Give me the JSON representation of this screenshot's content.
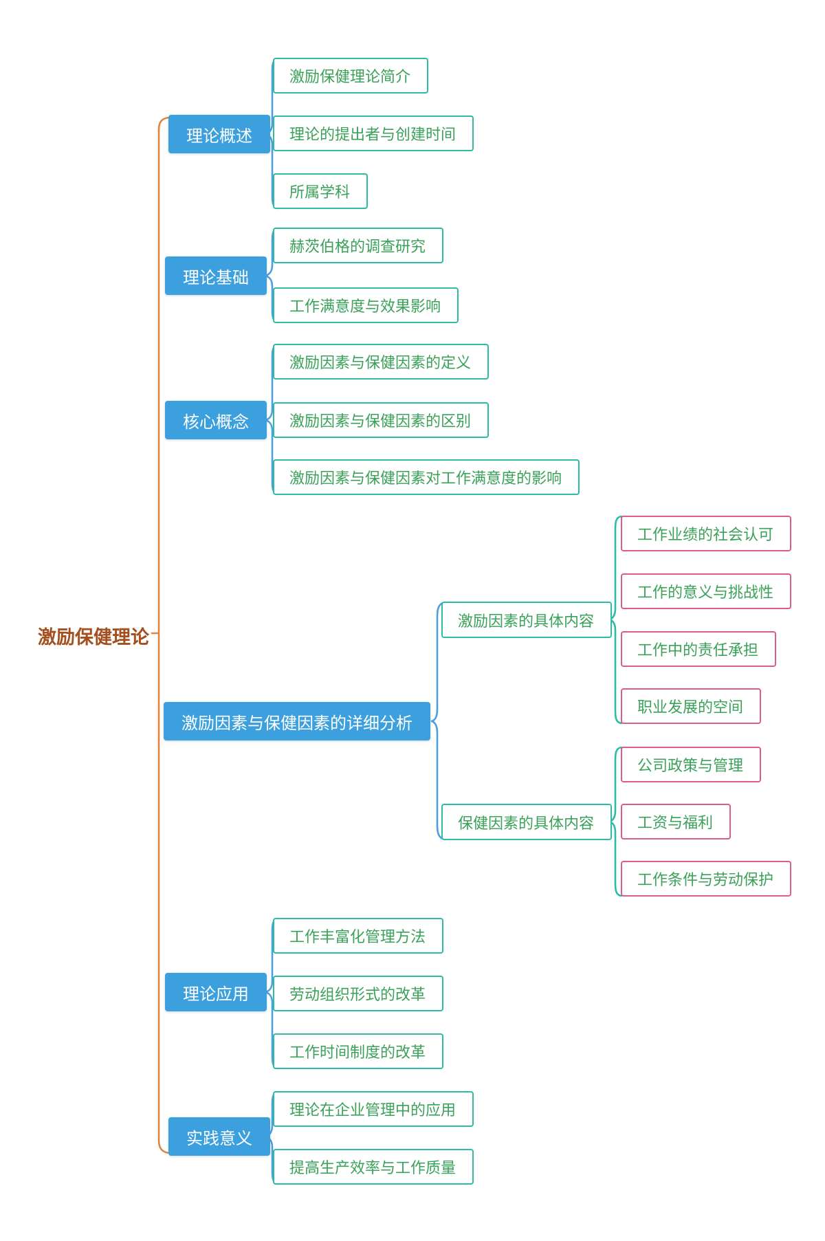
{
  "root": {
    "label": "激励保健理论"
  },
  "colors": {
    "trunk_orange": "#E08442",
    "root_text": "#A34F1E",
    "branch_blue_fill": "#3DA0DE",
    "branch_blue_text": "#FFFFFF",
    "branch_blue_line": "#4C9EE0",
    "teal_border_line": "#2CBCA4",
    "leaf_green_text": "#3AA158",
    "pink_border": "#DB5C88"
  },
  "branches": [
    {
      "label": "理论概述",
      "children": [
        {
          "label": "激励保健理论简介"
        },
        {
          "label": "理论的提出者与创建时间"
        },
        {
          "label": "所属学科"
        }
      ]
    },
    {
      "label": "理论基础",
      "children": [
        {
          "label": "赫茨伯格的调查研究"
        },
        {
          "label": "工作满意度与效果影响"
        }
      ]
    },
    {
      "label": "核心概念",
      "children": [
        {
          "label": "激励因素与保健因素的定义"
        },
        {
          "label": "激励因素与保健因素的区别"
        },
        {
          "label": "激励因素与保健因素对工作满意度的影响"
        }
      ]
    },
    {
      "label": "激励因素与保健因素的详细分析",
      "children": [
        {
          "label": "激励因素的具体内容",
          "children": [
            {
              "label": "工作业绩的社会认可"
            },
            {
              "label": "工作的意义与挑战性"
            },
            {
              "label": "工作中的责任承担"
            },
            {
              "label": "职业发展的空间"
            }
          ]
        },
        {
          "label": "保健因素的具体内容",
          "children": [
            {
              "label": "公司政策与管理"
            },
            {
              "label": "工资与福利"
            },
            {
              "label": "工作条件与劳动保护"
            }
          ]
        }
      ]
    },
    {
      "label": "理论应用",
      "children": [
        {
          "label": "工作丰富化管理方法"
        },
        {
          "label": "劳动组织形式的改革"
        },
        {
          "label": "工作时间制度的改革"
        }
      ]
    },
    {
      "label": "实践意义",
      "children": [
        {
          "label": "理论在企业管理中的应用"
        },
        {
          "label": "提高生产效率与工作质量"
        }
      ]
    }
  ]
}
